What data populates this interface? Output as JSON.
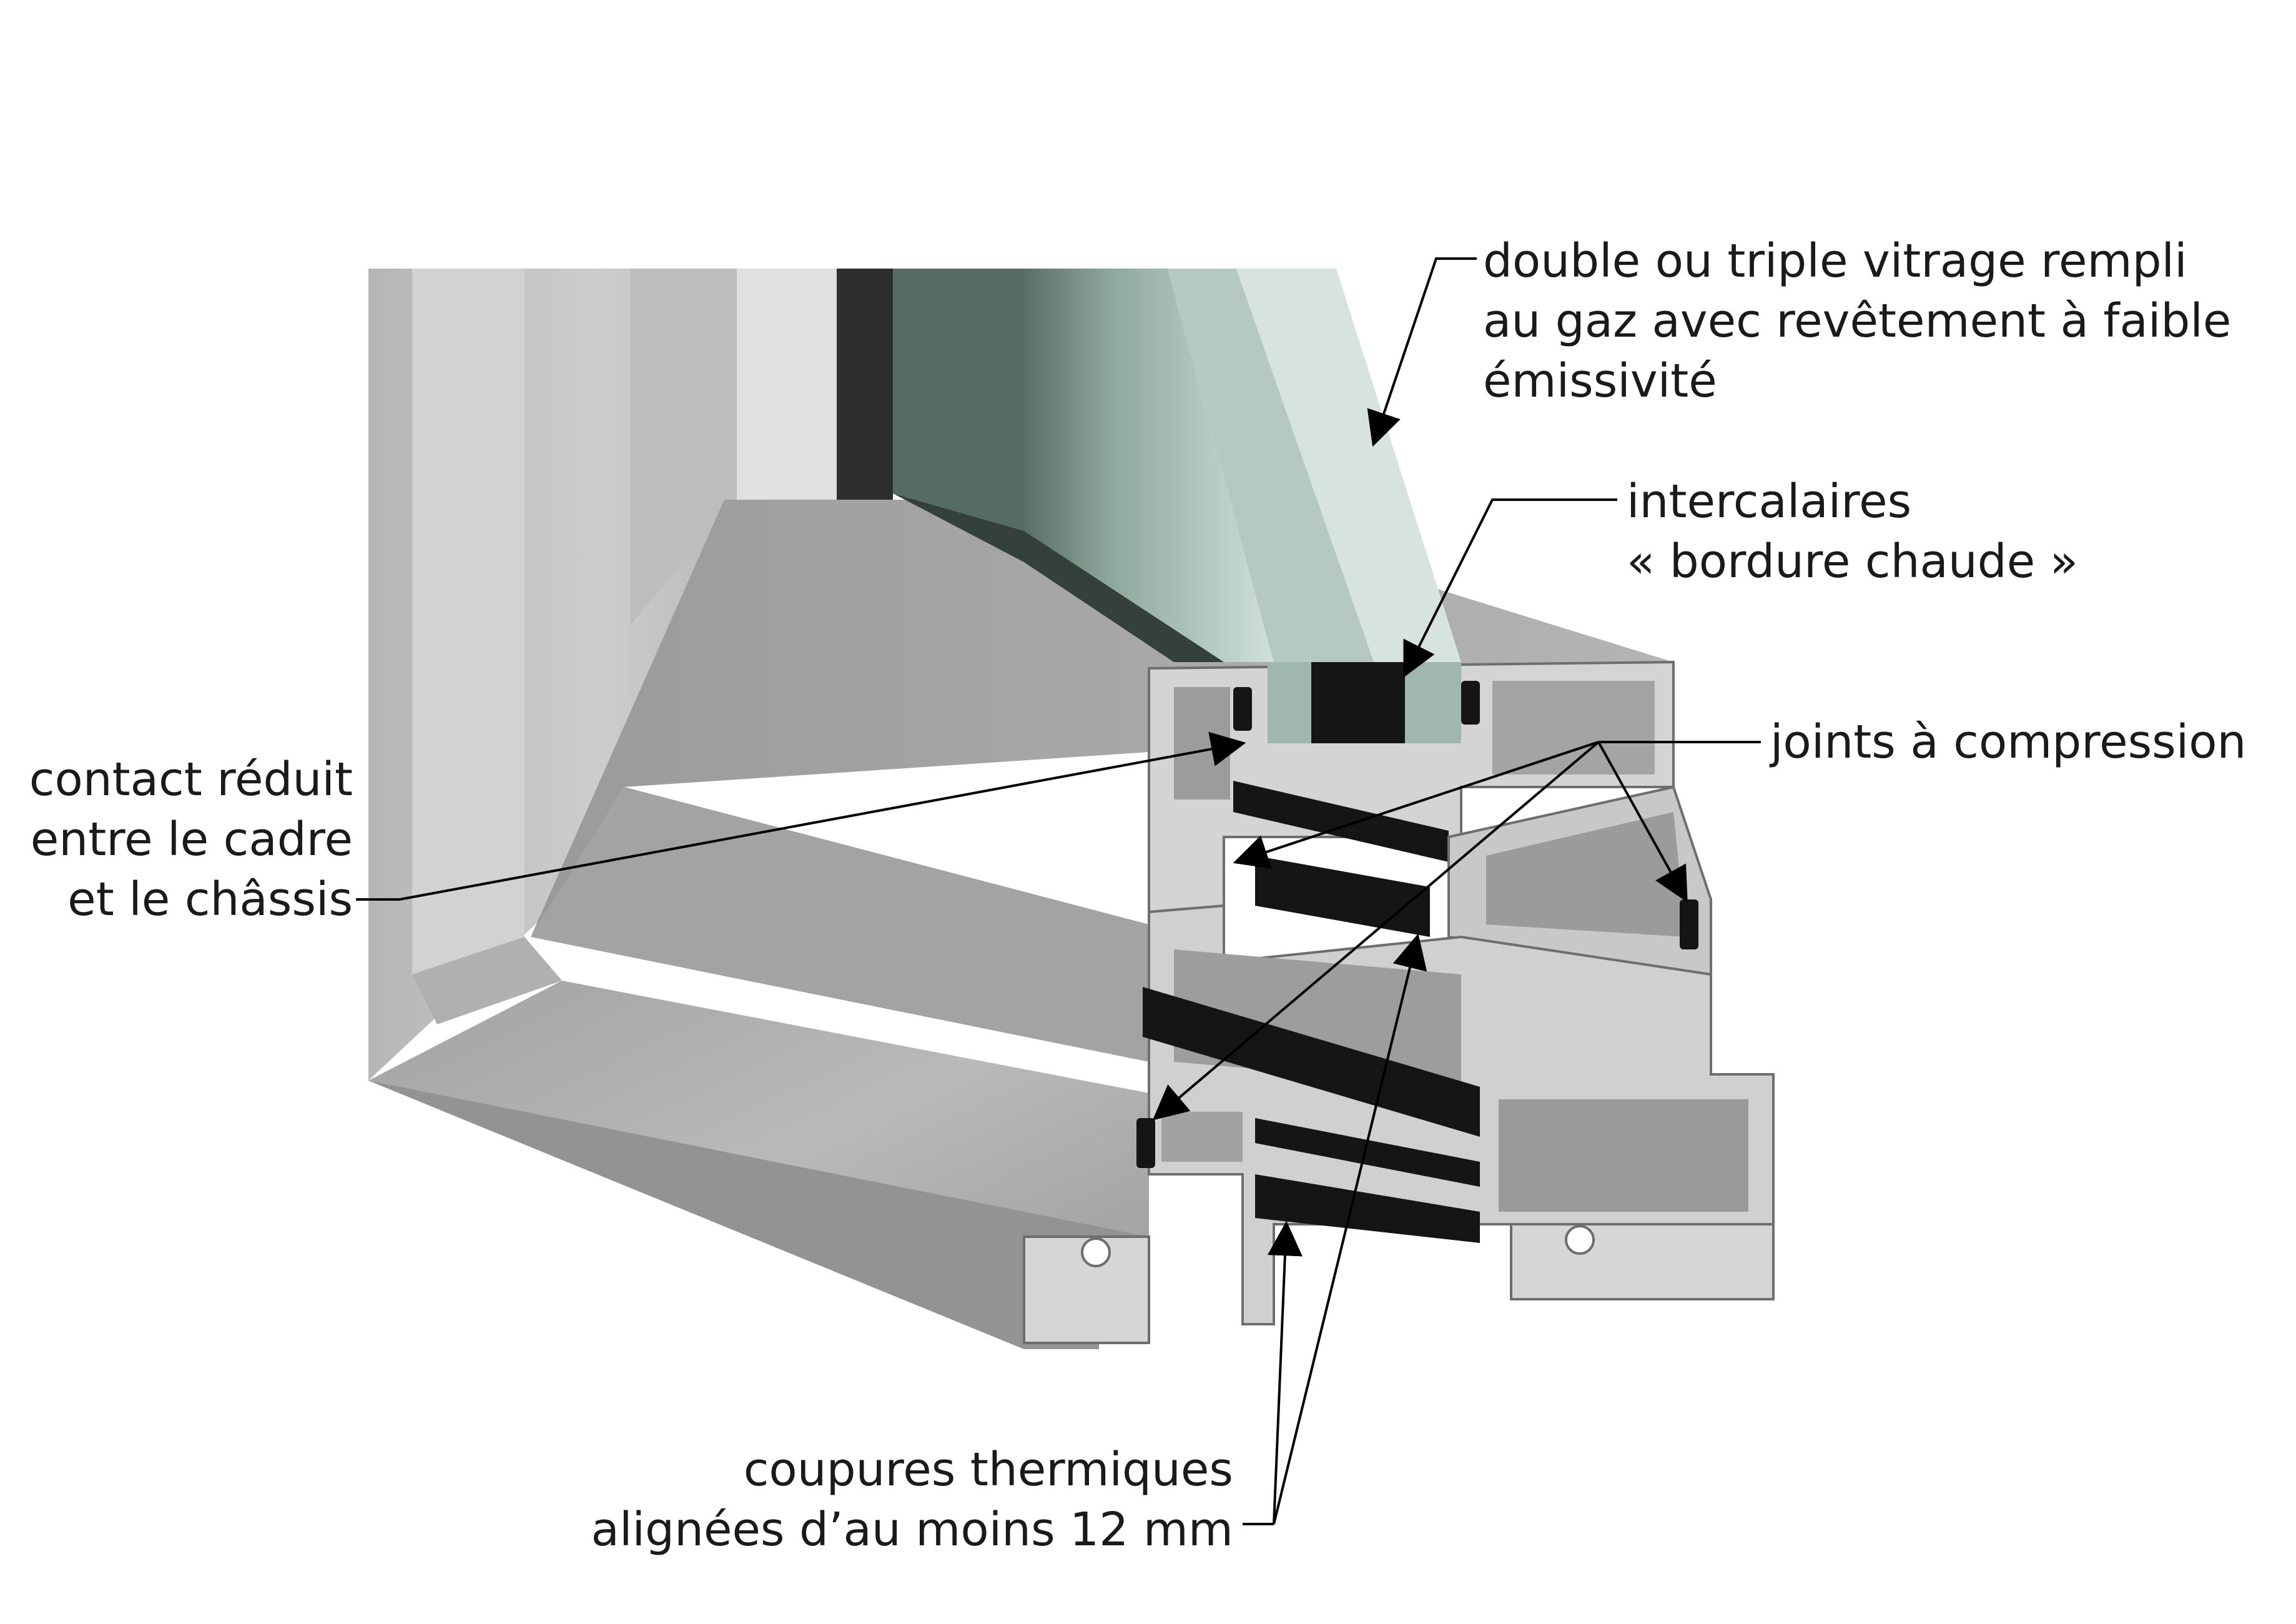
{
  "callouts": {
    "glazing": {
      "lines": [
        "double ou triple vitrage rempli",
        "au gaz avec revêtement à faible",
        "émissivité"
      ]
    },
    "spacers": {
      "lines": [
        "intercalaires",
        "« bordure chaude »"
      ]
    },
    "gaskets": {
      "lines": [
        "joints à compression"
      ]
    },
    "contact": {
      "lines": [
        "contact réduit",
        "entre le cadre",
        "et le châssis"
      ]
    },
    "breaks": {
      "lines": [
        "coupures thermiques",
        "alignées d’au moins 12 mm"
      ]
    }
  },
  "colors": {
    "aluminum_light": "#c9c9c9",
    "aluminum_mid": "#a9a9a9",
    "aluminum_dark": "#8e8e8e",
    "glass": "#9fb7ad",
    "glass_dark": "#566b63",
    "thermal_break": "#151515",
    "leader": "#000000"
  }
}
